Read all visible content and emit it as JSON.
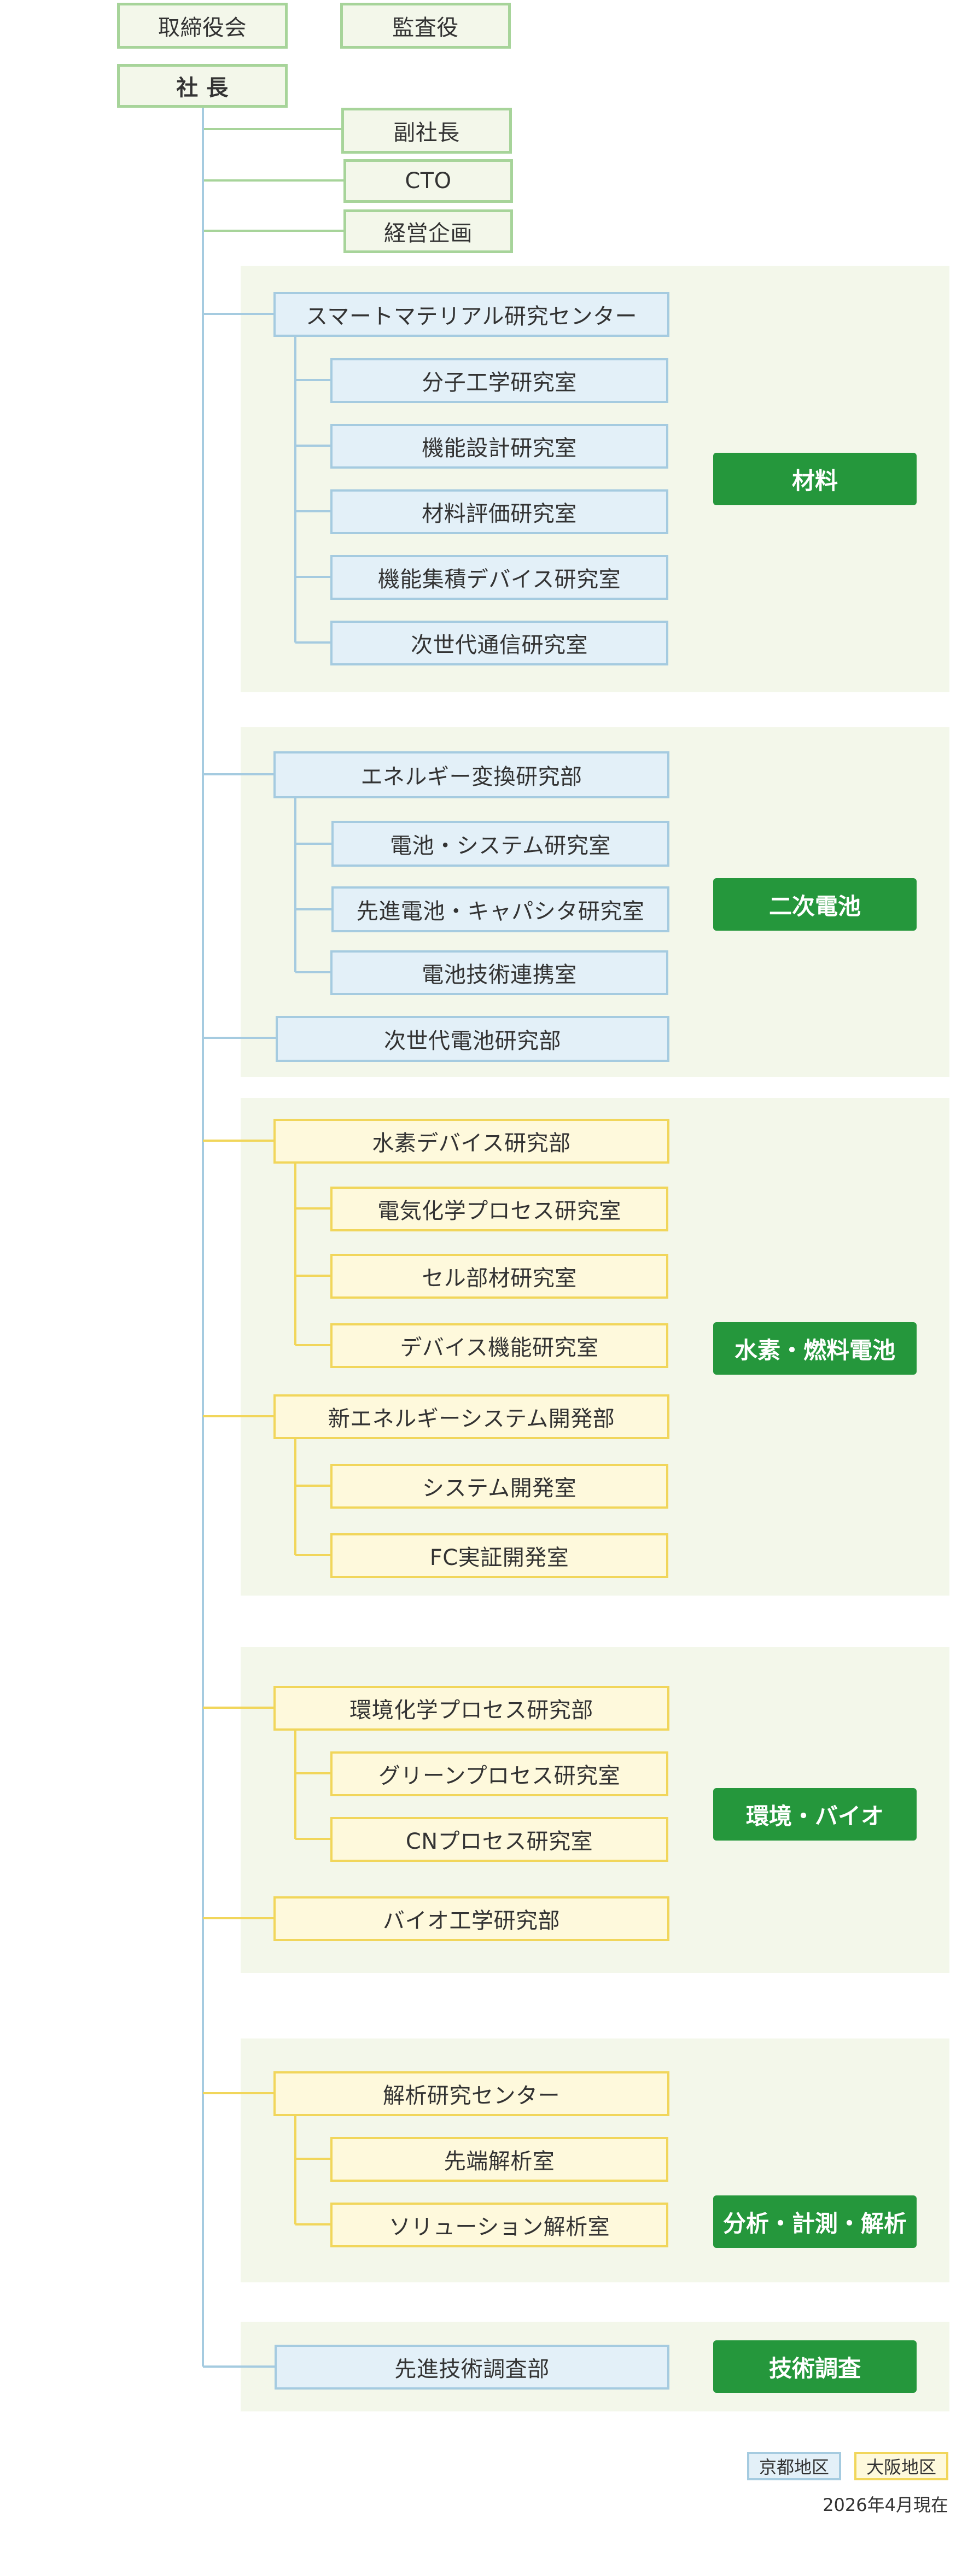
{
  "executives": {
    "board": "取締役会",
    "auditor": "監査役",
    "president": "社 長",
    "vice_president": "副社長",
    "cto": "CTO",
    "planning": "経営企画"
  },
  "groups": {
    "materials": {
      "tag": "材料",
      "center": "スマートマテリアル研究センター",
      "labs": [
        "分子工学研究室",
        "機能設計研究室",
        "材料評価研究室",
        "機能集積デバイス研究室",
        "次世代通信研究室"
      ]
    },
    "battery": {
      "tag": "二次電池",
      "dept": "エネルギー変換研究部",
      "labs": [
        "電池・システム研究室",
        "先進電池・キャパシタ研究室",
        "電池技術連携室"
      ],
      "dept2": "次世代電池研究部"
    },
    "hydrogen": {
      "tag": "水素・燃料電池",
      "dept": "水素デバイス研究部",
      "labs": [
        "電気化学プロセス研究室",
        "セル部材研究室",
        "デバイス機能研究室"
      ],
      "dept2": "新エネルギーシステム開発部",
      "labs2": [
        "システム開発室",
        "FC実証開発室"
      ]
    },
    "environment": {
      "tag": "環境・バイオ",
      "dept": "環境化学プロセス研究部",
      "labs": [
        "グリーンプロセス研究室",
        "CNプロセス研究室"
      ],
      "dept2": "バイオ工学研究部"
    },
    "analysis": {
      "tag": "分析・計測・解析",
      "center": "解析研究センター",
      "labs": [
        "先端解析室",
        "ソリューション解析室"
      ]
    },
    "research": {
      "tag": "技術調査",
      "dept": "先進技術調査部"
    }
  },
  "legend": {
    "kyoto": "京都地区",
    "osaka": "大阪地区",
    "date": "2026年4月現在"
  },
  "colors": {
    "kyoto_fill": "#e3f0f8",
    "kyoto_border": "#a5cbe0",
    "osaka_fill": "#fef9dc",
    "osaka_border": "#f1d65b",
    "exec_fill": "#f3f7ea",
    "exec_border": "#a7d49a",
    "panel": "#f3f7ea",
    "tag": "#25973c"
  }
}
